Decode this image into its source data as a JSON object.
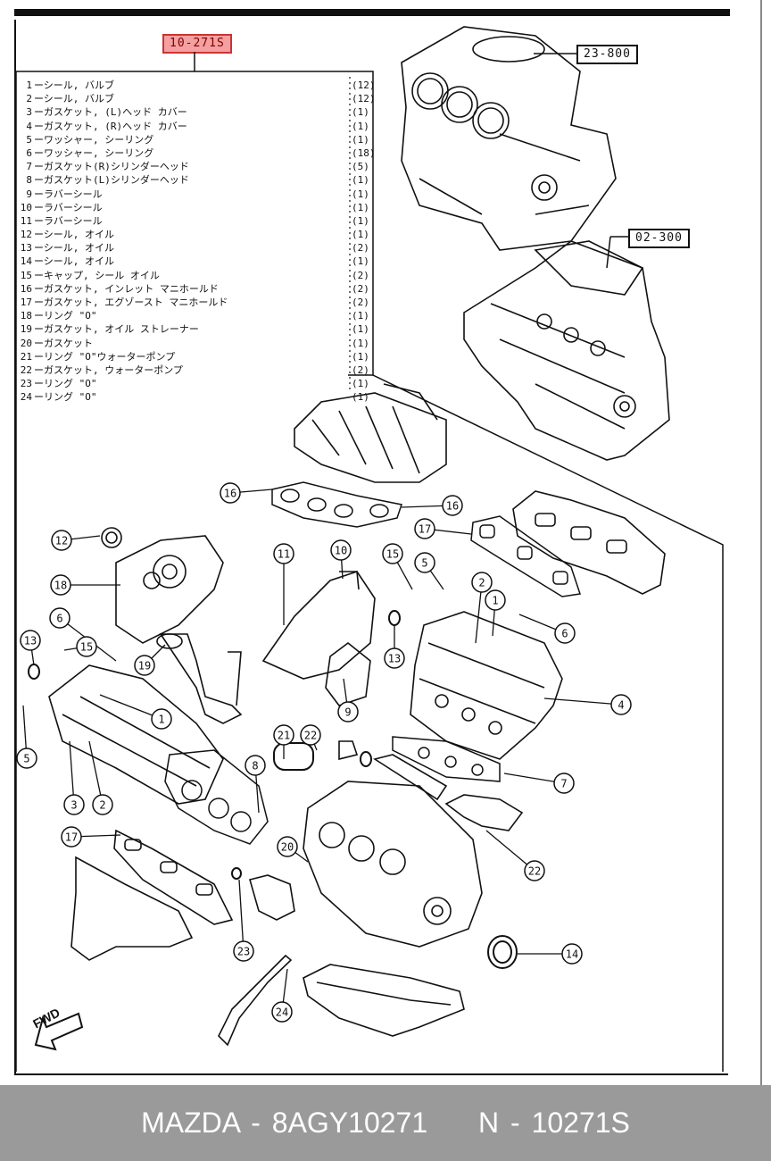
{
  "header": {
    "kit_code": "10-271S",
    "engine_block_ref": "23-800",
    "engine_assembly_ref": "02-300"
  },
  "parts_list": [
    {
      "num": "1",
      "name": "ーシール, バルブ",
      "qty": "(12)"
    },
    {
      "num": "2",
      "name": "ーシール, バルブ",
      "qty": "(12)"
    },
    {
      "num": "3",
      "name": "ーガスケット, (L)ヘッド カバー",
      "qty": "(1)"
    },
    {
      "num": "4",
      "name": "ーガスケット, (R)ヘッド カバー",
      "qty": "(1)"
    },
    {
      "num": "5",
      "name": "ーワッシャー, シーリング",
      "qty": "(1)"
    },
    {
      "num": "6",
      "name": "ーワッシャー, シーリング",
      "qty": "(18)"
    },
    {
      "num": "7",
      "name": "ーガスケット(R)シリンダーヘッド",
      "qty": "(5)"
    },
    {
      "num": "8",
      "name": "ーガスケット(L)シリンダーヘッド",
      "qty": "(1)"
    },
    {
      "num": "9",
      "name": "ーラバーシール",
      "qty": "(1)"
    },
    {
      "num": "10",
      "name": "ーラバーシール",
      "qty": "(1)"
    },
    {
      "num": "11",
      "name": "ーラバーシール",
      "qty": "(1)"
    },
    {
      "num": "12",
      "name": "ーシール, オイル",
      "qty": "(1)"
    },
    {
      "num": "13",
      "name": "ーシール, オイル",
      "qty": "(2)"
    },
    {
      "num": "14",
      "name": "ーシール, オイル",
      "qty": "(1)"
    },
    {
      "num": "15",
      "name": "ーキャップ, シール オイル",
      "qty": "(2)"
    },
    {
      "num": "16",
      "name": "ーガスケット, インレット マニホールド",
      "qty": "(2)"
    },
    {
      "num": "17",
      "name": "ーガスケット, エグゾースト マニホールド",
      "qty": "(2)"
    },
    {
      "num": "18",
      "name": "ーリング \"O\"",
      "qty": "(1)"
    },
    {
      "num": "19",
      "name": "ーガスケット, オイル ストレーナー",
      "qty": "(1)"
    },
    {
      "num": "20",
      "name": "ーガスケット",
      "qty": "(1)"
    },
    {
      "num": "21",
      "name": "ーリング \"O\"ウォーターポンプ",
      "qty": "(1)"
    },
    {
      "num": "22",
      "name": "ーガスケット, ウォーターポンプ",
      "qty": "(2)"
    },
    {
      "num": "23",
      "name": "ーリング \"O\"",
      "qty": "(1)"
    },
    {
      "num": "24",
      "name": "ーリング \"O\"",
      "qty": "(1)"
    }
  ],
  "callouts": [
    "16",
    "16",
    "17",
    "12",
    "18",
    "11",
    "10",
    "15",
    "5",
    "2",
    "1",
    "6",
    "6",
    "13",
    "15",
    "19",
    "13",
    "1",
    "4",
    "9",
    "5",
    "3",
    "2",
    "8",
    "21",
    "22",
    "7",
    "17",
    "20",
    "22",
    "23",
    "14",
    "24"
  ],
  "direction_label": "FWD",
  "footer": {
    "brand_part": "MAZDA - 8AGY10271",
    "ref": "N - 10271S"
  },
  "colors": {
    "highlight": "#f5a0a0",
    "footer_bg": "#9a9a9a",
    "line": "#111111"
  }
}
